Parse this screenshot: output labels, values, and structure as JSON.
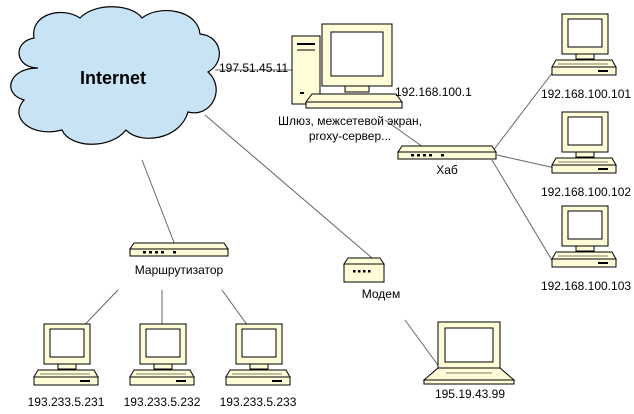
{
  "cloud": {
    "label": "Internet"
  },
  "gateway": {
    "external_ip": "197.51.45.11",
    "internal_ip": "192.168.100.1",
    "caption_line1": "Шлюз, межсетевой экран,",
    "caption_line2": "proxy-сервер..."
  },
  "hub": {
    "label": "Хаб"
  },
  "router": {
    "label": "Маршрутизатор"
  },
  "modem": {
    "label": "Модем"
  },
  "lan_computers": [
    {
      "ip": "192.168.100.101"
    },
    {
      "ip": "192.168.100.102"
    },
    {
      "ip": "192.168.100.103"
    }
  ],
  "router_computers": [
    {
      "ip": "193.233.5.231"
    },
    {
      "ip": "193.233.5.232"
    },
    {
      "ip": "193.233.5.233"
    }
  ],
  "laptop": {
    "ip": "195.19.43.99"
  },
  "colors": {
    "cloud_fill": "#c8e4f4",
    "device_fill": "#fffdd8",
    "screen_fill": "#ffffff",
    "stroke": "#000000",
    "line": "#666666"
  }
}
